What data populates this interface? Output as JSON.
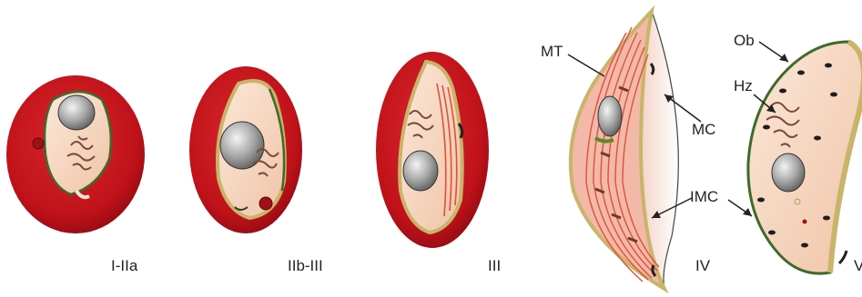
{
  "stages": {
    "s1": "I-IIa",
    "s2": "IIb-III",
    "s3": "III",
    "s4": "IV",
    "s5": "V"
  },
  "labels": {
    "mt": "MT",
    "mc": "MC",
    "imc": "IMC",
    "ob": "Ob",
    "hz": "Hz"
  },
  "colors": {
    "rbc": "#c8141c",
    "rbc_dark": "#8e0a10",
    "cytoplasm": "#f6d9c4",
    "membrane": "#c9b46a",
    "membrane_green": "#3f6b2a",
    "nucleus": "#9a9a9a",
    "pigment": "#7a4a3a",
    "microtubule": "#e0503a"
  }
}
